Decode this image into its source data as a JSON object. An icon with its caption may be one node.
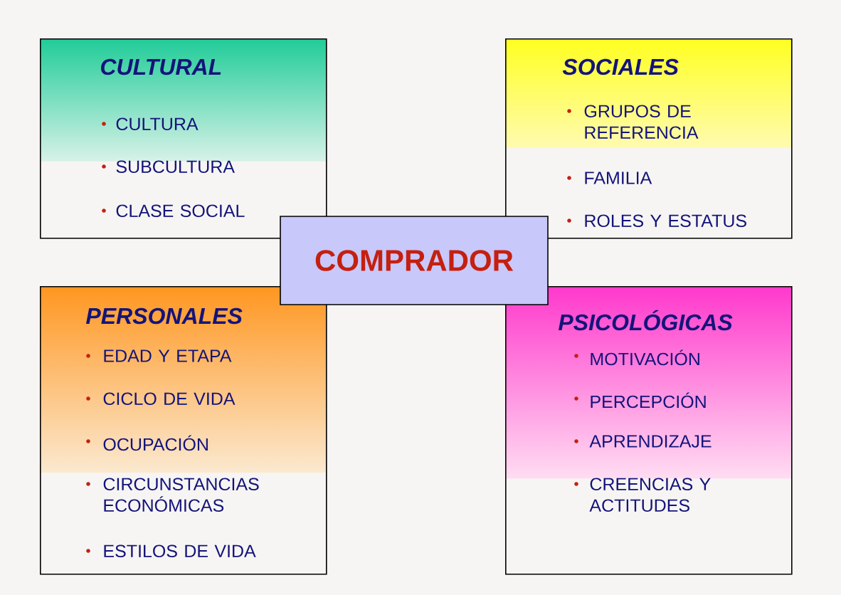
{
  "diagram": {
    "nodes": [
      {
        "text": [
          "CULTURAL",
          "CULTURA",
          "SUBCULTURA",
          "CLASE SOCIAL"
        ]
      },
      {
        "text": [
          "SOCIALES",
          "GRUPOS DE REFERENCIA",
          "FAMILIA",
          "ROLES Y ESTATUS"
        ]
      },
      {
        "text": [
          "COMPRADOR"
        ]
      },
      {
        "text": [
          "PERSONALES",
          "EDAD Y ETAPA",
          "CICLO DE VIDA",
          "OCUPACIÓN",
          "CIRCUNSTANCIAS ECONÓMICAS",
          "ESTILOS DE VIDA"
        ]
      },
      {
        "text": [
          "PSICOLÓGICAS",
          "MOTIVACIÓN",
          "PERCEPCIÓN",
          "APRENDIZAJE",
          "CREENCIAS Y ACTITUDES"
        ]
      }
    ]
  }
}
